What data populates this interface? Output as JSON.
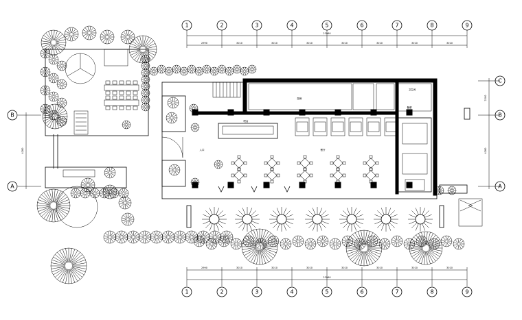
{
  "grid": {
    "columns": [
      "1",
      "2",
      "3",
      "4",
      "5",
      "6",
      "7",
      "8",
      "9"
    ],
    "rows": [
      "C",
      "B",
      "A"
    ]
  },
  "dimensions": {
    "top_total": "23960",
    "top_spans": [
      "2990",
      "3010",
      "3010",
      "3010",
      "3010",
      "3010",
      "3010",
      "3010"
    ],
    "bottom_total": "23960",
    "bottom_spans": [
      "2990",
      "3010",
      "3010",
      "3010",
      "3010",
      "3010",
      "3010",
      "3010"
    ],
    "left_span": "4280",
    "right_spans": [
      "2200",
      "4280"
    ]
  },
  "rooms": {
    "kitchen": "厨房",
    "bar": "吧台",
    "dining": "餐厅",
    "service": "备餐",
    "toilet": "卫生间",
    "entrance": "入口"
  }
}
